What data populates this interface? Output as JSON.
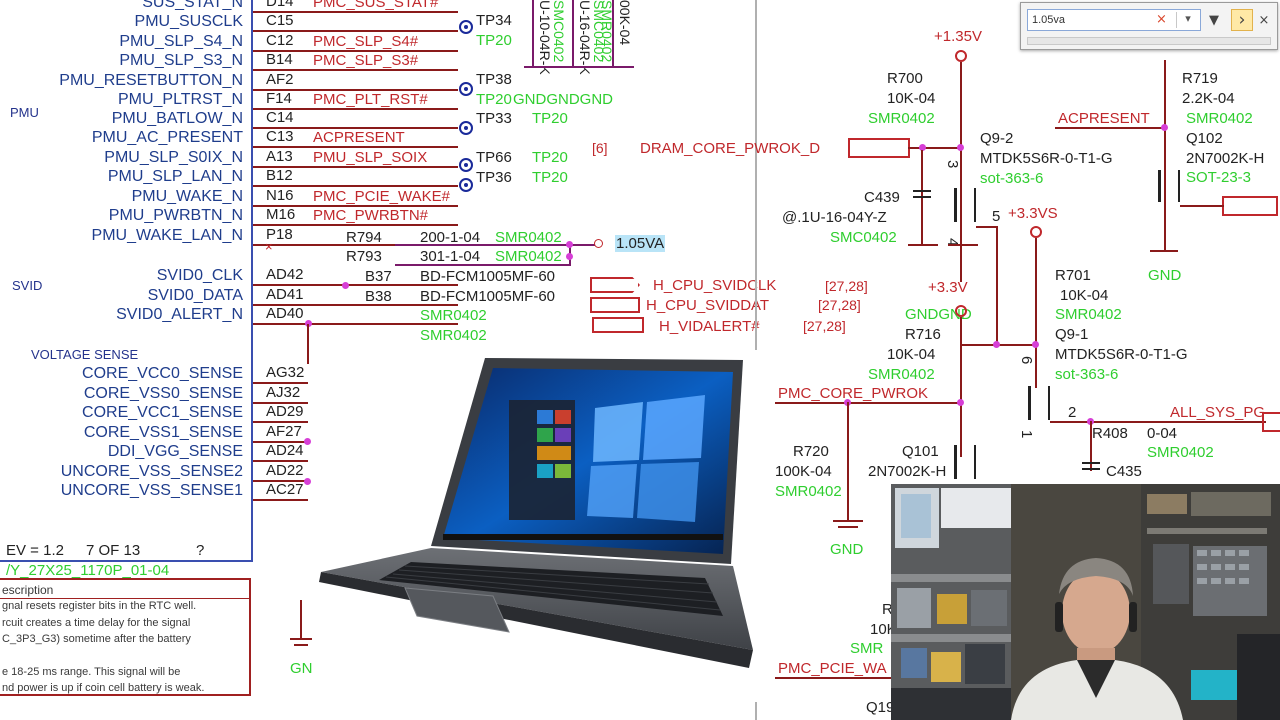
{
  "left_pins": [
    {
      "signal": "SUS_STAT_N",
      "pin": "D14",
      "net": "PMC_SUS_STAT#"
    },
    {
      "signal": "PMU_SUSCLK",
      "pin": "C15",
      "net": ""
    },
    {
      "signal": "PMU_SLP_S4_N",
      "pin": "C12",
      "net": "PMC_SLP_S4#"
    },
    {
      "signal": "PMU_SLP_S3_N",
      "pin": "B14",
      "net": "PMC_SLP_S3#"
    },
    {
      "signal": "PMU_RESETBUTTON_N",
      "pin": "AF2",
      "net": ""
    },
    {
      "signal": "PMU_PLTRST_N",
      "pin": "F14",
      "net": "PMC_PLT_RST#"
    },
    {
      "signal": "PMU_BATLOW_N",
      "pin": "C14",
      "net": ""
    },
    {
      "signal": "PMU_AC_PRESENT",
      "pin": "C13",
      "net": "ACPRESENT"
    },
    {
      "signal": "PMU_SLP_S0IX_N",
      "pin": "A13",
      "net": "PMU_SLP_SOIX"
    },
    {
      "signal": "PMU_SLP_LAN_N",
      "pin": "B12",
      "net": ""
    },
    {
      "signal": "PMU_WAKE_N",
      "pin": "N16",
      "net": "PMC_PCIE_WAKE#"
    },
    {
      "signal": "PMU_PWRBTN_N",
      "pin": "M16",
      "net": "PMC_PWRBTN#"
    },
    {
      "signal": "PMU_WAKE_LAN_N",
      "pin": "P18",
      "net": ""
    },
    {
      "signal": "SVID0_CLK",
      "pin": "AD42",
      "net": ""
    },
    {
      "signal": "SVID0_DATA",
      "pin": "AD41",
      "net": ""
    },
    {
      "signal": "SVID0_ALERT_N",
      "pin": "AD40",
      "net": ""
    },
    {
      "signal": "CORE_VCC0_SENSE",
      "pin": "AG32",
      "net": ""
    },
    {
      "signal": "CORE_VSS0_SENSE",
      "pin": "AJ32",
      "net": ""
    },
    {
      "signal": "CORE_VCC1_SENSE",
      "pin": "AD29",
      "net": ""
    },
    {
      "signal": "CORE_VSS1_SENSE",
      "pin": "AF27",
      "net": ""
    },
    {
      "signal": "DDI_VGG_SENSE",
      "pin": "AD24",
      "net": ""
    },
    {
      "signal": "UNCORE_VSS_SENSE2",
      "pin": "AD22",
      "net": ""
    },
    {
      "signal": "UNCORE_VSS_SENSE1",
      "pin": "AC27",
      "net": ""
    }
  ],
  "section_labels": {
    "pmu": "PMU",
    "svid": "SVID",
    "voltage_sense": "VOLTAGE SENSE"
  },
  "test_points": [
    {
      "name": "TP34",
      "size": "TP20"
    },
    {
      "name": "TP38",
      "size": "TP20"
    },
    {
      "name": "TP33",
      "size": "TP20"
    },
    {
      "name": "TP66",
      "size": "TP20"
    },
    {
      "name": "TP36",
      "size": "TP20"
    }
  ],
  "top_parts": [
    "U-10-04R-K",
    "U-16-04R-K",
    "00K-04"
  ],
  "top_parts_pkg": [
    "SMC0402",
    "SMC0402",
    "SMR0402"
  ],
  "gnd_row": "GNDGNDGND",
  "page_ref_6": "[6]",
  "resistors_mid": [
    {
      "ref": "R794",
      "value": "200-1-04",
      "pkg": "SMR0402"
    },
    {
      "ref": "R793",
      "value": "301-1-04",
      "pkg": "SMR0402"
    }
  ],
  "net_105va": "1.05VA",
  "beads": [
    {
      "ref": "B37",
      "value": "BD-FCM1005MF-60",
      "pkg": "SMR0402"
    },
    {
      "ref": "B38",
      "value": "BD-FCM1005MF-60",
      "pkg": "SMR0402"
    }
  ],
  "svid_nets": [
    {
      "name": "H_CPU_SVIDCLK",
      "ref": "[27,28]"
    },
    {
      "name": "H_CPU_SVIDDAT",
      "ref": "[27,28]"
    },
    {
      "name": "H_VIDALERT#",
      "ref": "[27,28]"
    }
  ],
  "footer": {
    "rev": "EV = 1.2",
    "page": "7 OF 13",
    "q": "?",
    "part": "/Y_27X25_1170P_01-04"
  },
  "description": {
    "title": "escription",
    "lines": [
      "gnal resets register bits in the RTC well.",
      "rcuit creates a time delay for the signal",
      "C_3P3_G3) sometime after the battery",
      "",
      "e 18-25 ms range. This signal will be",
      "nd power is up if coin cell battery is weak."
    ]
  },
  "left_gnd": "GN",
  "right_schematic": {
    "rail_135": "+1.35V",
    "r700": {
      "ref": "R700",
      "value": "10K-04",
      "pkg": "SMR0402"
    },
    "r719": {
      "ref": "R719",
      "value": "2.2K-04",
      "pkg": "SMR0402"
    },
    "acpresent": "ACPRESENT",
    "q102": {
      "ref": "Q102",
      "value": "2N7002K-H",
      "pkg": "SOT-23-3"
    },
    "dram_net": "DRAM_CORE_PWROK_D",
    "q92": {
      "ref": "Q9-2",
      "value": "MTDK5S6R-0-T1-G",
      "pkg": "sot-363-6"
    },
    "c439": {
      "ref": "C439",
      "value": "@.1U-16-04Y-Z",
      "pkg": "SMC0402"
    },
    "pin3": "3",
    "pin5": "5",
    "pin4": "4",
    "pin6": "6",
    "pin2": "2",
    "pin1": "1",
    "rail_33vs": "+3.3VS",
    "gnd": "GND",
    "gnd_pair": "GNDGND",
    "rail_33": "+3.3V",
    "r701": {
      "ref": "R701",
      "value": "10K-04",
      "pkg": "SMR0402"
    },
    "q91": {
      "ref": "Q9-1",
      "value": "MTDK5S6R-0-T1-G",
      "pkg": "sot-363-6"
    },
    "r716": {
      "ref": "R716",
      "value": "10K-04",
      "pkg": "SMR0402"
    },
    "pmc_core": "PMC_CORE_PWROK",
    "all_sys": "ALL_SYS_PG",
    "r408": {
      "ref": "R408",
      "value": "0-04",
      "pkg": "SMR0402"
    },
    "c435": "C435",
    "r720": {
      "ref": "R720",
      "value": "100K-04",
      "pkg": "SMR0402"
    },
    "q101": {
      "ref": "Q101",
      "value": "2N7002K-H"
    },
    "bottom_r": "R",
    "bottom_10k": "10K",
    "bottom_smr": "SMR",
    "pmc_pcie": "PMC_PCIE_WA",
    "q19": "Q19"
  },
  "search": {
    "value": "1.05va",
    "clear": "×",
    "dropdown": "▾",
    "options": "▼",
    "prev": "‹",
    "next": "›",
    "close": "×"
  },
  "colors": {
    "accent_green": "#2fce2f",
    "net_red": "#c0282c",
    "pin_blue": "#1f3d8c",
    "junction": "#d63fd6",
    "highlight": "#b9e4f7"
  }
}
